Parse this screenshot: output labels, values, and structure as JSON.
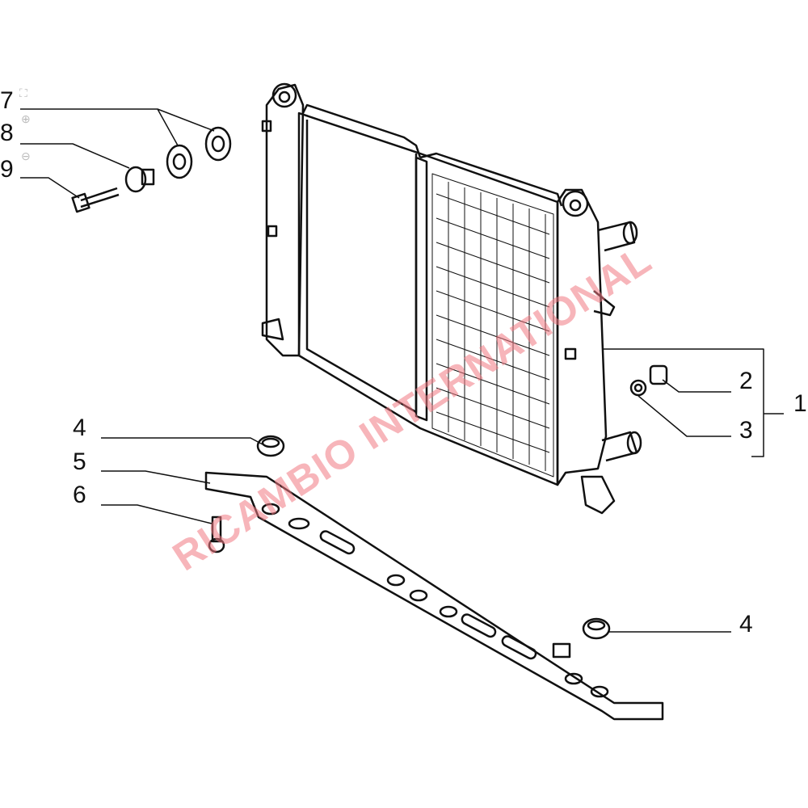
{
  "callouts": {
    "c1": "1",
    "c2": "2",
    "c3": "3",
    "c4a": "4",
    "c4b": "4",
    "c5": "5",
    "c6": "6",
    "c7": "7",
    "c8": "8",
    "c9": "9"
  },
  "watermark": "RICAMBIO INTERNATIONAL",
  "viewer_tools": [
    "expand-icon",
    "zoom-in-icon",
    "zoom-out-icon"
  ],
  "colors": {
    "line": "#111111",
    "watermark": "#f07882"
  }
}
